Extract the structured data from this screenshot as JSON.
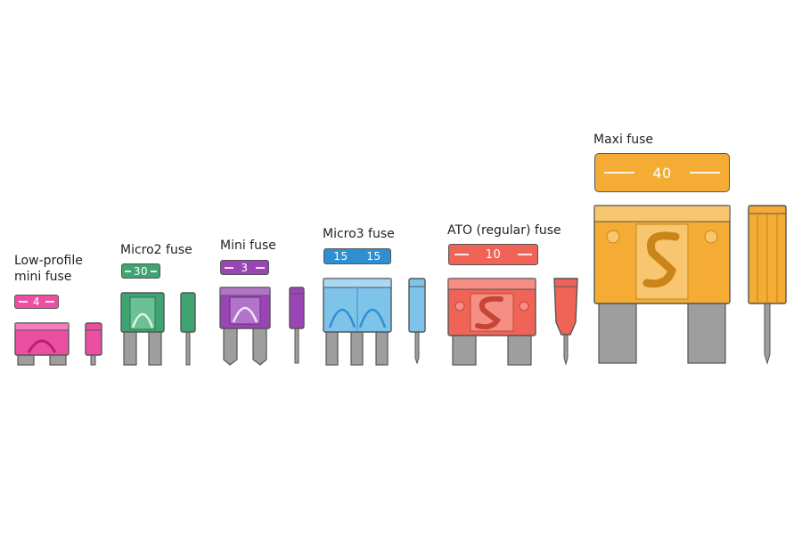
{
  "fuses": [
    {
      "id": "low-profile",
      "label_lines": [
        "Low-profile",
        "mini fuse"
      ],
      "rating": "4",
      "color": "#ec4fa2"
    },
    {
      "id": "micro2",
      "label_lines": [
        "Micro2 fuse"
      ],
      "rating": "30",
      "color": "#3fa372"
    },
    {
      "id": "mini",
      "label_lines": [
        "Mini fuse"
      ],
      "rating": "3",
      "color": "#9a45b5"
    },
    {
      "id": "micro3",
      "label_lines": [
        "Micro3 fuse"
      ],
      "ratings": [
        "15",
        "15"
      ],
      "color": "#2f8fd0"
    },
    {
      "id": "ato",
      "label_lines": [
        "ATO (regular) fuse"
      ],
      "rating": "10",
      "color": "#ef6457"
    },
    {
      "id": "maxi",
      "label_lines": [
        "Maxi fuse"
      ],
      "rating": "40",
      "color": "#f4ac35"
    }
  ],
  "colors": {
    "blade": "#9e9e9e",
    "outline": "#555555"
  }
}
